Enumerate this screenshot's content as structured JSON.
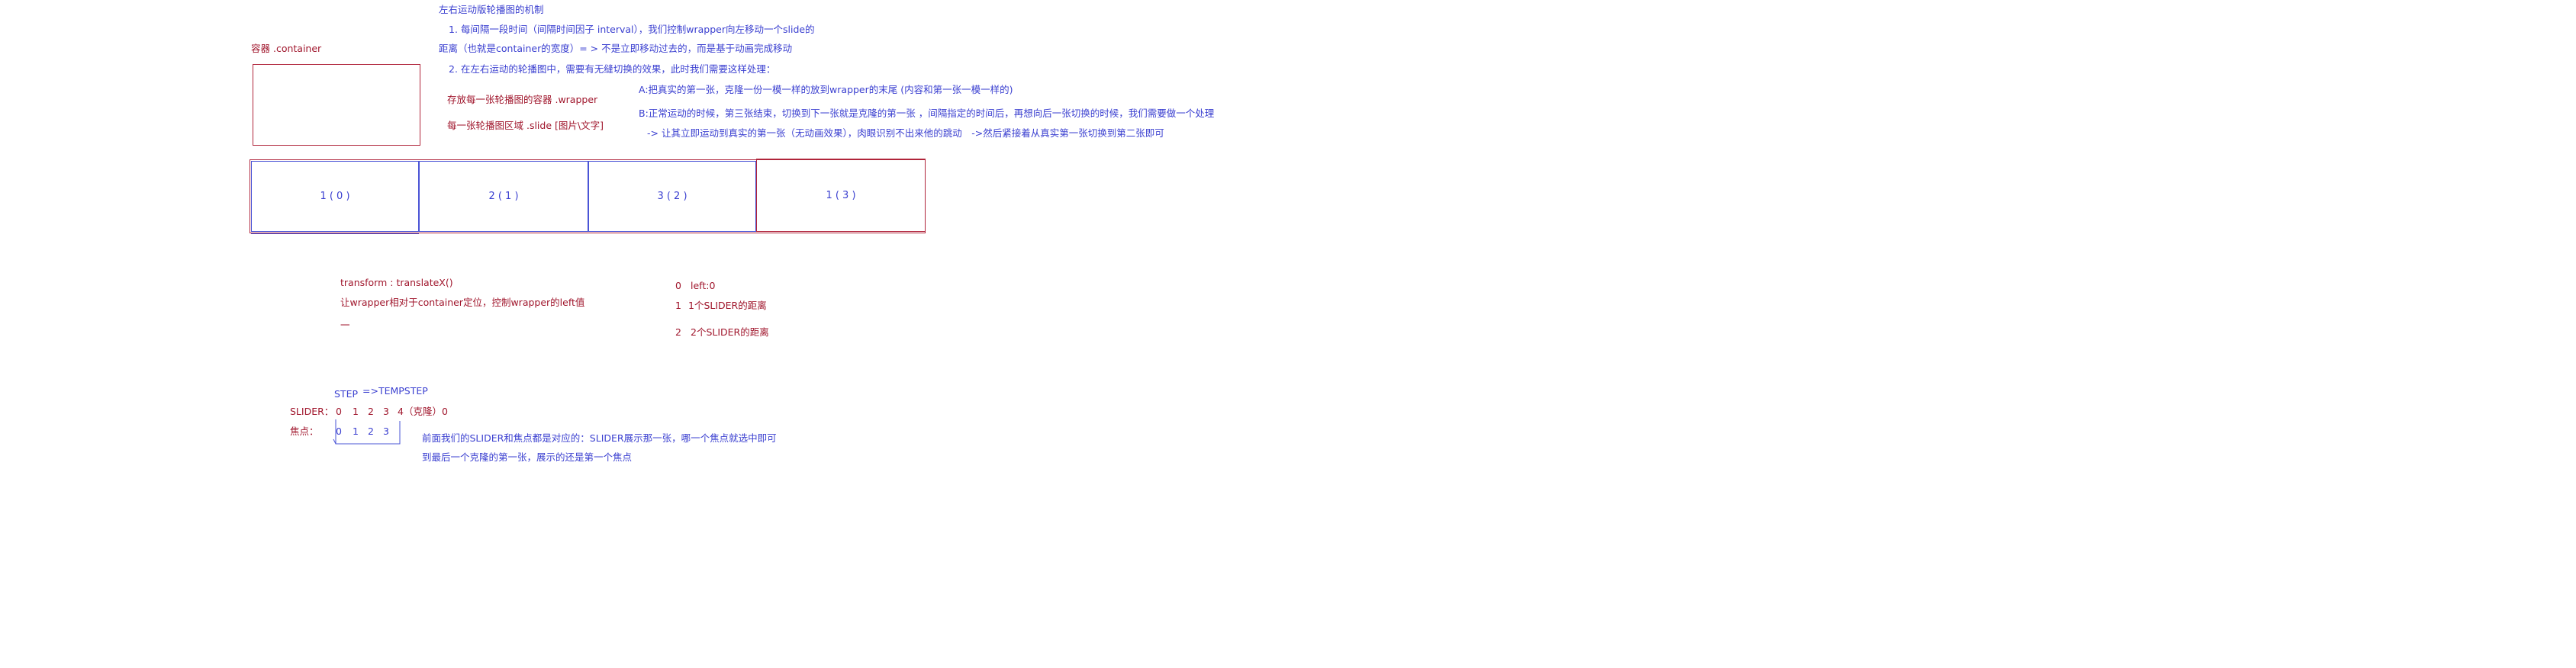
{
  "notes": {
    "title": "左右运动版轮播图的机制",
    "point1_line1": "1. 每间隔一段时间（间隔时间因子 interval），我们控制wrapper向左移动一个slide的",
    "point1_line2": "距离（也就是container的宽度）= > 不是立即移动过去的，而是基于动画完成移动",
    "point2": "2. 在左右运动的轮播图中，需要有无缝切换的效果，此时我们需要这样处理：",
    "pointA": "A:把真实的第一张，克隆一份一模一样的放到wrapper的末尾 (内容和第一张一模一样的)",
    "pointB": "B:正常运动的时候，第三张结束，切换到下一张就是克隆的第一张 ，间隔指定的时间后，再想向后一张切换的时候，我们需要做一个处理",
    "pointB_detail": "-> 让其立即运动到真实的第一张（无动画效果），肉眼识别不出来他的跳动　->然后紧接着从真实第一张切换到第二张即可"
  },
  "labels": {
    "container": "容器 .container",
    "wrapper": "存放每一张轮播图的容器 .wrapper",
    "slide": "每一张轮播图区域 .slide  [图片\\文字]"
  },
  "slides": [
    "1 ( 0 )",
    "2 ( 1 )",
    "3 ( 2 )",
    "1 ( 3 )"
  ],
  "transform": {
    "line1": "transform : translateX()",
    "line2": "让wrapper相对于container定位，控制wrapper的left值",
    "dash": "一"
  },
  "left_table": [
    {
      "index": "0",
      "value": "left:0"
    },
    {
      "index": "1",
      "value": "1个SLIDER的距离"
    },
    {
      "index": "2",
      "value": "2个SLIDER的距离"
    }
  ],
  "step": {
    "label": "STEP",
    "temp": "=>TEMPSTEP",
    "slider_label": "SLIDER：",
    "slider_values": [
      "0",
      "1",
      "2",
      "3",
      "4"
    ],
    "clone_note": "（克隆）0",
    "focus_label": "焦点：",
    "focus_values": [
      "0",
      "1",
      "2",
      "3"
    ]
  },
  "summary": {
    "line1": "前面我们的SLIDER和焦点都是对应的：SLIDER展示那一张，哪一个焦点就选中即可",
    "line2": "到最后一个克隆的第一张，展示的还是第一个焦点"
  },
  "colors": {
    "blue_text": "#3a3fd0",
    "red_text": "#a0162c",
    "red_line": "#b0243a",
    "blue_line": "#4a54d6"
  }
}
